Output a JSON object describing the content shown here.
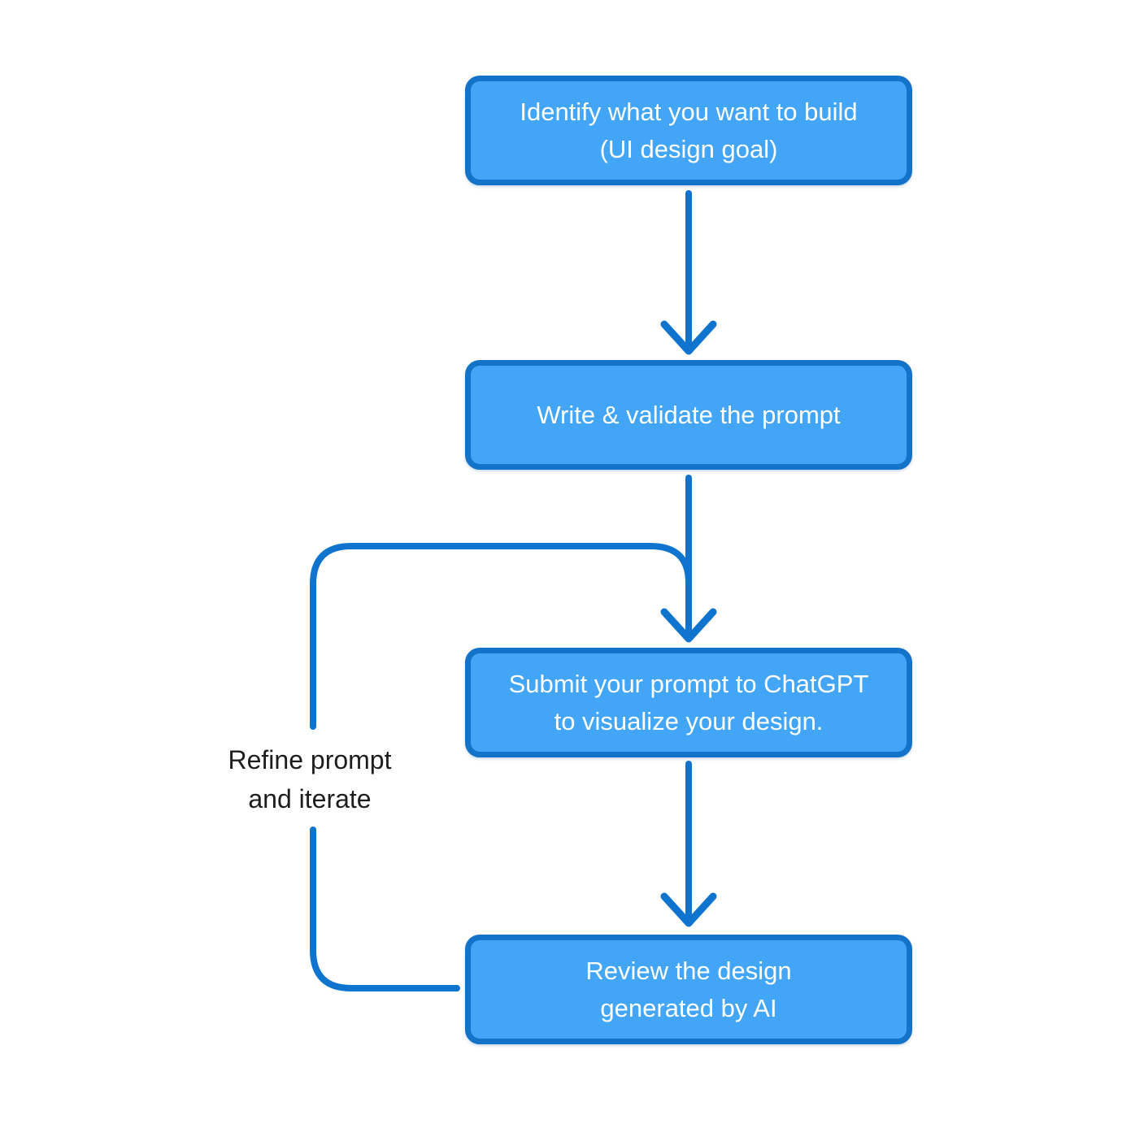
{
  "diagram": {
    "type": "flowchart",
    "background": "#ffffff",
    "colors": {
      "node_fill": "#42a5f5",
      "node_border": "#1373c8",
      "connector": "#0e74cd",
      "node_text": "#ffffff",
      "label_text": "#1d1d1f"
    },
    "nodes": [
      {
        "id": "identify-goal",
        "lines": [
          "Identify what you want to build",
          "(UI design goal)"
        ]
      },
      {
        "id": "write-validate",
        "lines": [
          "Write & validate the prompt"
        ]
      },
      {
        "id": "submit-prompt",
        "lines": [
          "Submit your prompt to ChatGPT",
          "to visualize your design."
        ]
      },
      {
        "id": "review-design",
        "lines": [
          "Review the design",
          "generated by AI"
        ]
      }
    ],
    "edges": [
      {
        "from": "identify-goal",
        "to": "write-validate",
        "type": "arrow"
      },
      {
        "from": "write-validate",
        "to": "submit-prompt",
        "type": "arrow"
      },
      {
        "from": "submit-prompt",
        "to": "review-design",
        "type": "arrow"
      },
      {
        "from": "review-design",
        "to": "submit-prompt",
        "type": "feedback-loop",
        "label": "Refine prompt and iterate"
      }
    ],
    "loop_label": {
      "lines": [
        "Refine prompt",
        "and iterate"
      ]
    }
  }
}
